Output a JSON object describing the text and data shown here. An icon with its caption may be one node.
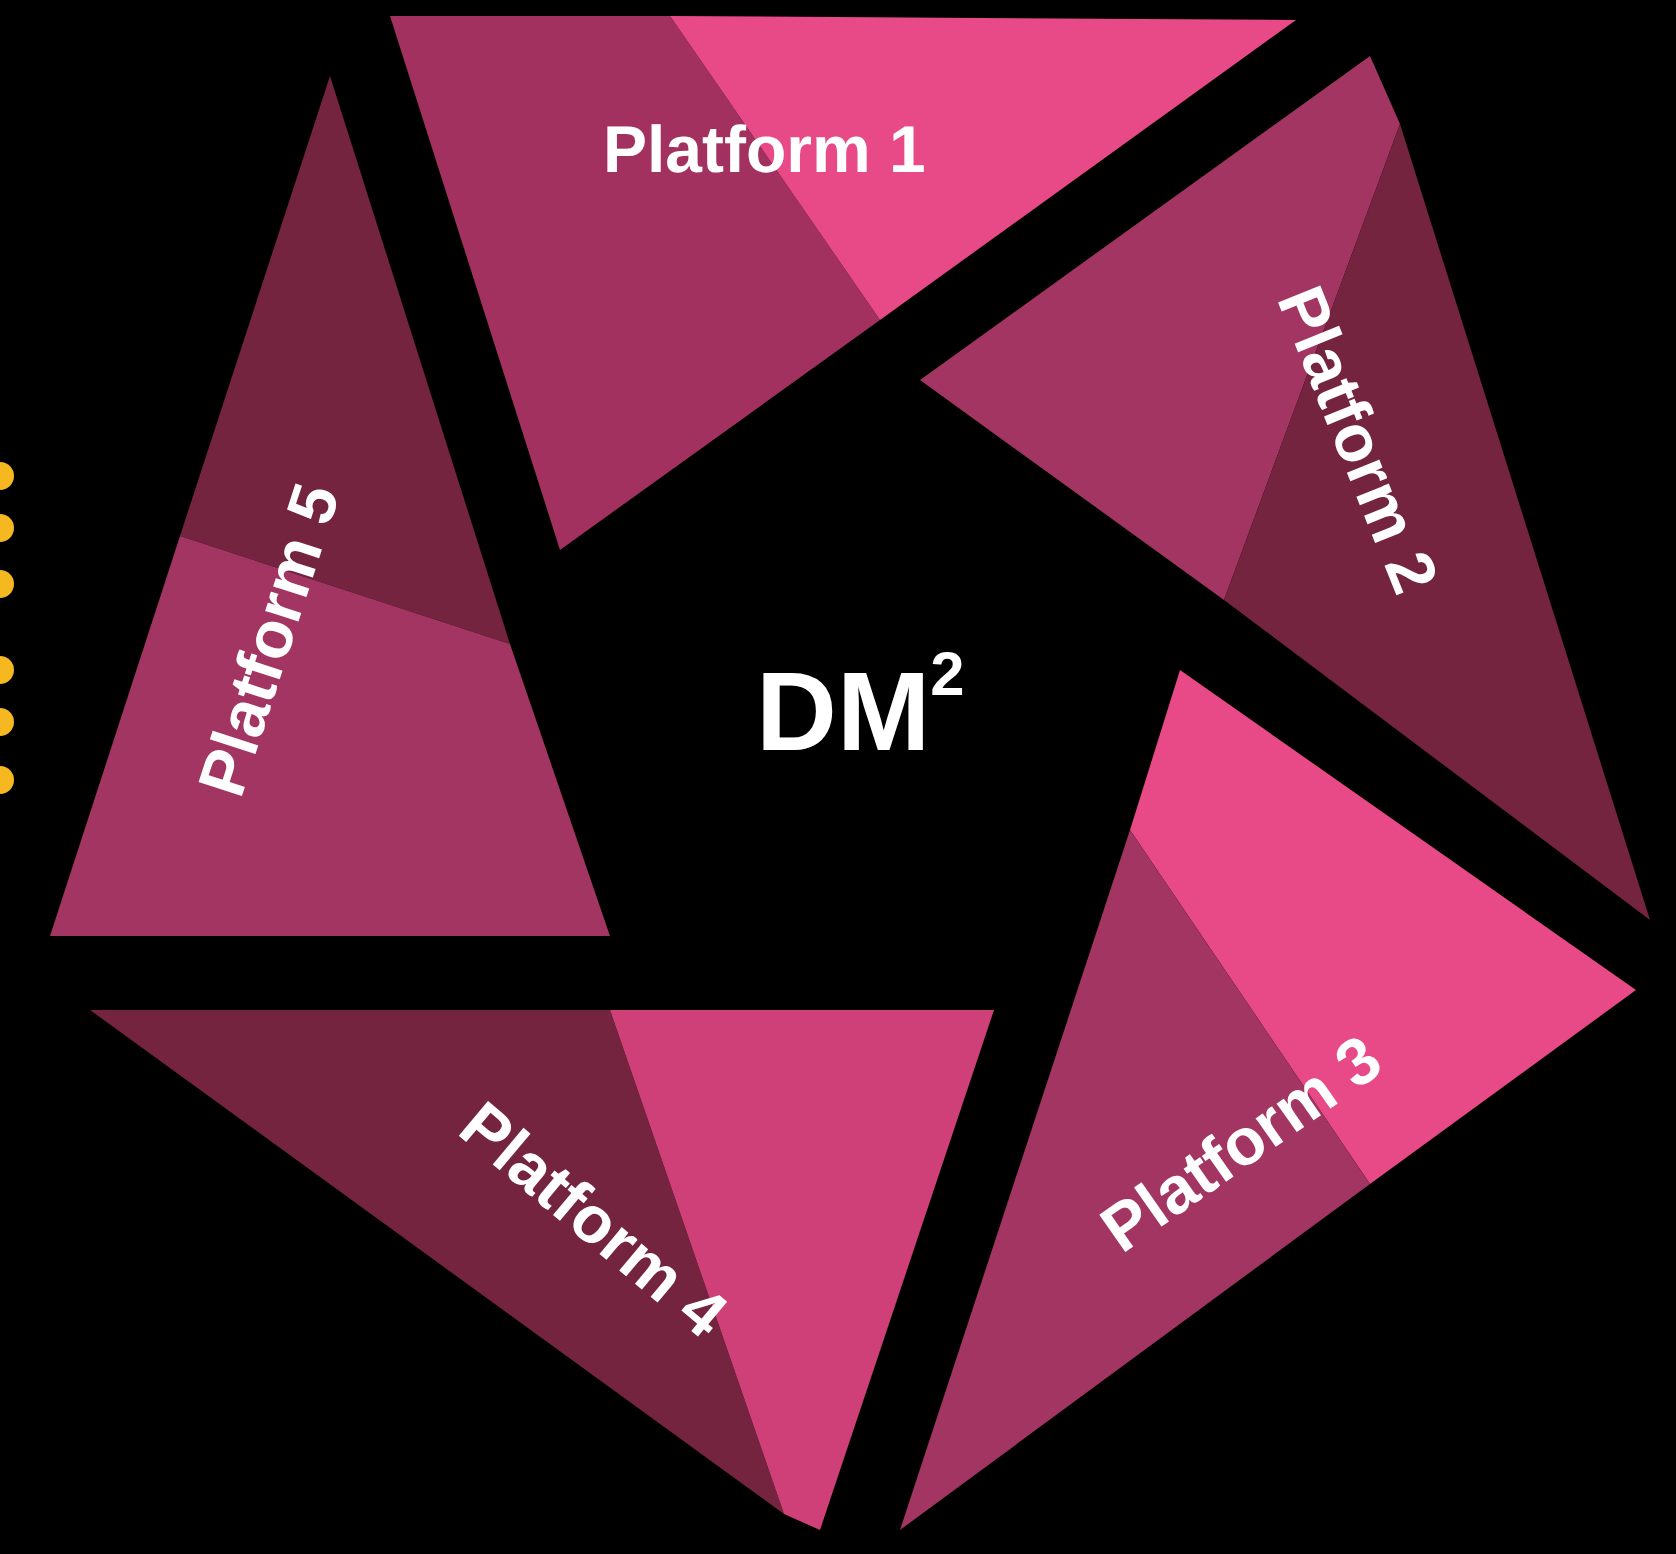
{
  "diagram": {
    "nodes": [
      {
        "text": [
          "Platform 1"
        ]
      },
      {
        "text": [
          "Platform 2"
        ]
      },
      {
        "text": [
          "Platform 3"
        ]
      },
      {
        "text": [
          "Platform 4"
        ]
      },
      {
        "text": [
          "Platform 5"
        ]
      }
    ],
    "edges": [],
    "labels": [
      "DM$^{2}$"
    ]
  }
}
